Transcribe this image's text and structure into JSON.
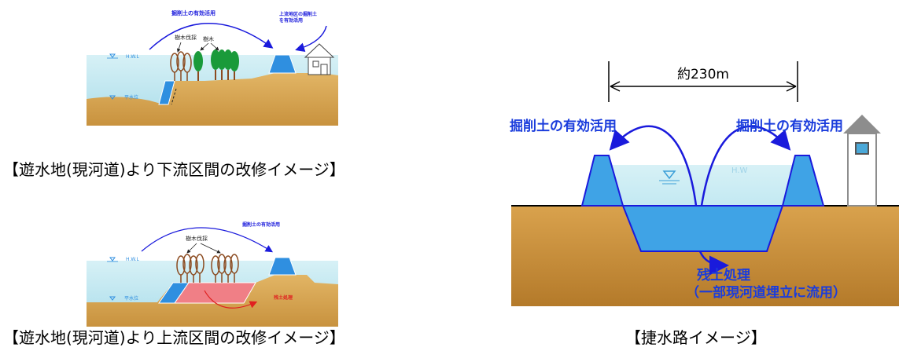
{
  "diagram1": {
    "label_excavated_reuse": "掘削土の有効活用",
    "label_upstream_reuse_1": "上流地区の掘削土",
    "label_upstream_reuse_2": "を有効活用",
    "label_tree_felling": "樹木伐採",
    "label_trees": "樹木",
    "label_hwl": "H.W.L",
    "label_normal_water": "平水位",
    "caption": "【遊水地(現河道)より下流区間の改修イメージ】"
  },
  "diagram2": {
    "label_excavated_reuse": "掘削土の有効活用",
    "label_tree_felling": "樹木伐採",
    "label_hwl": "H.W.L",
    "label_normal_water": "平水位",
    "label_surplus_soil": "残土処理",
    "caption": "【遊水地(現河道)より上流区間の改修イメージ】"
  },
  "diagram3": {
    "width_label": "約230m",
    "label_reuse_left": "掘削土の有効活用",
    "label_reuse_right": "掘削土の有効活用",
    "label_hw": "H.W",
    "label_surplus_1": "残土処理",
    "label_surplus_2": "（一部現河道埋立に流用）",
    "caption": "【捷水路イメージ】"
  },
  "colors": {
    "water": "#bfe6ee",
    "water_deep": "#3fa3e6",
    "soil": "#c8923e",
    "soil_light": "#e2b565",
    "levee": "#2f8fe0",
    "arrow": "#1a1adc",
    "surplus": "#f07f86",
    "tree_trunk": "#8b4a1f",
    "tree_green": "#1a9a3a"
  }
}
